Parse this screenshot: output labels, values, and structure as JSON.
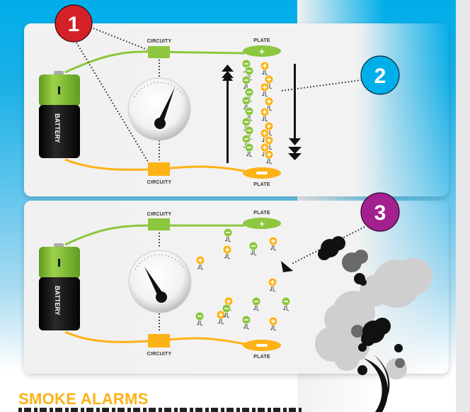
{
  "diagram": {
    "title": "SMOKE ALARMS",
    "colors": {
      "background_top": "#00aeea",
      "panel": "#f1f1f1",
      "positive_green": "#8dc63f",
      "negative_orange": "#fdb216",
      "callout_1": "#d42127",
      "callout_2": "#00aeea",
      "callout_3": "#a3218e",
      "title": "#fdb216"
    },
    "callouts": [
      {
        "number": "1"
      },
      {
        "number": "2"
      },
      {
        "number": "3"
      }
    ],
    "panels": [
      {
        "name": "normal-state",
        "battery_label": "BATTERY",
        "battery_terminal": "I",
        "top_circuit_label": "CIRCUITY",
        "bottom_circuit_label": "CIRCUITY",
        "top_plate_label": "PLATE",
        "bottom_plate_label": "PLATE",
        "top_plate_sign": "+",
        "bottom_plate_sign": "−",
        "gauge_reading": "high",
        "ion_flow": "steady"
      },
      {
        "name": "smoke-state",
        "battery_label": "BATTERY",
        "battery_terminal": "I",
        "top_circuit_label": "CIRCUITY",
        "bottom_circuit_label": "CIRCUITY",
        "top_plate_label": "PLATE",
        "bottom_plate_label": "PLATE",
        "top_plate_sign": "+",
        "bottom_plate_sign": "−",
        "gauge_reading": "low",
        "ion_flow": "disrupted"
      }
    ]
  }
}
